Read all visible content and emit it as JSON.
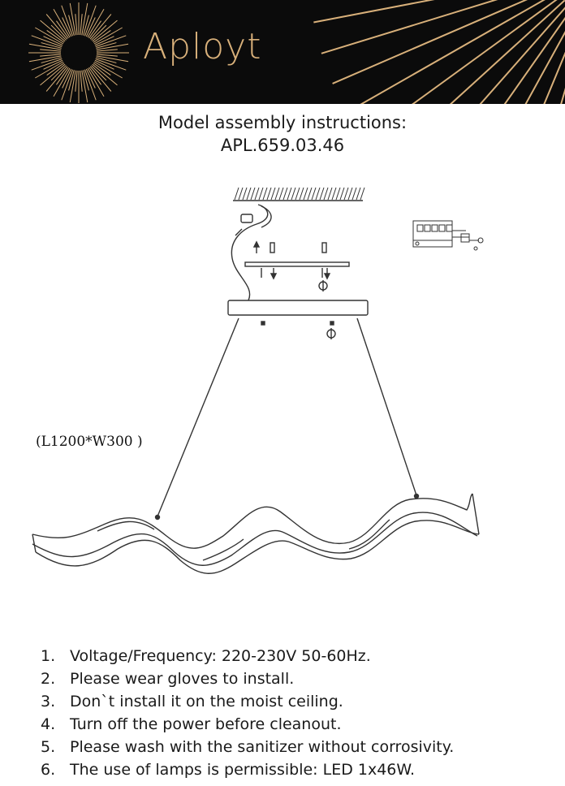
{
  "brand": {
    "name": "Aployt",
    "colors": {
      "gold": "#d8b07a",
      "header_bg": "#0b0b0b"
    }
  },
  "title": {
    "line1": "Model assembly instructions:",
    "line2": "APL.659.03.46"
  },
  "drawing": {
    "dimensions": "(L1200*W300 )"
  },
  "notes": [
    {
      "num": "1.",
      "text": "Voltage/Frequency: 220-230V 50-60Hz."
    },
    {
      "num": "2.",
      "text": "Please wear gloves to install."
    },
    {
      "num": "3.",
      "text": "Don`t install it on the moist ceiling."
    },
    {
      "num": "4.",
      "text": "Turn off the power before cleanout."
    },
    {
      "num": "5.",
      "text": "Please wash with the sanitizer without corrosivity."
    },
    {
      "num": "6.",
      "text": "The use of lamps is permissible: LED 1x46W."
    }
  ]
}
